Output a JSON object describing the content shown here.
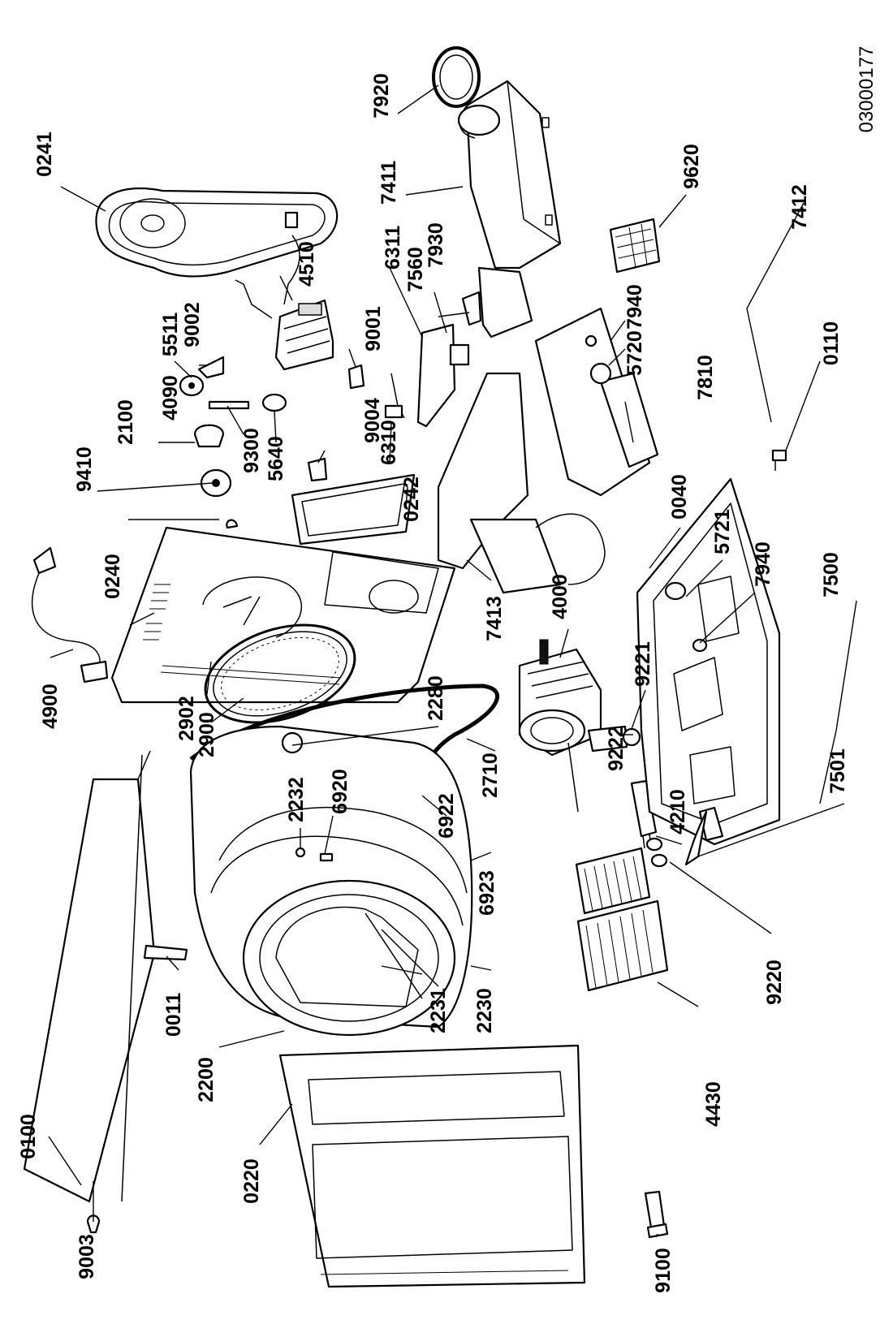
{
  "document_id": "03000177",
  "parts": [
    {
      "id": "p7920",
      "label": "7920"
    },
    {
      "id": "p7411",
      "label": "7411"
    },
    {
      "id": "p0241",
      "label": "0241"
    },
    {
      "id": "p9620",
      "label": "9620"
    },
    {
      "id": "p7412",
      "label": "7412"
    },
    {
      "id": "p6311",
      "label": "6311"
    },
    {
      "id": "p7560",
      "label": "7560"
    },
    {
      "id": "p7930",
      "label": "7930"
    },
    {
      "id": "p4510",
      "label": "4510"
    },
    {
      "id": "p9002",
      "label": "9002"
    },
    {
      "id": "p5511",
      "label": "5511"
    },
    {
      "id": "p9001",
      "label": "9001"
    },
    {
      "id": "p7940a",
      "label": "7940"
    },
    {
      "id": "p5720",
      "label": "5720"
    },
    {
      "id": "p0110",
      "label": "0110"
    },
    {
      "id": "p4090",
      "label": "4090"
    },
    {
      "id": "p2100",
      "label": "2100"
    },
    {
      "id": "p9410",
      "label": "9410"
    },
    {
      "id": "p9300",
      "label": "9300"
    },
    {
      "id": "p5640",
      "label": "5640"
    },
    {
      "id": "p9004",
      "label": "9004"
    },
    {
      "id": "p6310",
      "label": "6310"
    },
    {
      "id": "p0242",
      "label": "0242"
    },
    {
      "id": "p7810",
      "label": "7810"
    },
    {
      "id": "p0040",
      "label": "0040"
    },
    {
      "id": "p5721",
      "label": "5721"
    },
    {
      "id": "p7940b",
      "label": "7940"
    },
    {
      "id": "p7500",
      "label": "7500"
    },
    {
      "id": "p0240",
      "label": "0240"
    },
    {
      "id": "p4000",
      "label": "4000"
    },
    {
      "id": "p7413",
      "label": "7413"
    },
    {
      "id": "p9221",
      "label": "9221"
    },
    {
      "id": "p4900",
      "label": "4900"
    },
    {
      "id": "p2902",
      "label": "2902"
    },
    {
      "id": "p2900",
      "label": "2900"
    },
    {
      "id": "p2280",
      "label": "2280"
    },
    {
      "id": "p9222",
      "label": "9222"
    },
    {
      "id": "p2710",
      "label": "2710"
    },
    {
      "id": "p6922",
      "label": "6922"
    },
    {
      "id": "p6920",
      "label": "6920"
    },
    {
      "id": "p2232",
      "label": "2232"
    },
    {
      "id": "p7501",
      "label": "7501"
    },
    {
      "id": "p4210",
      "label": "4210"
    },
    {
      "id": "p6923",
      "label": "6923"
    },
    {
      "id": "p9220",
      "label": "9220"
    },
    {
      "id": "p0011",
      "label": "0011"
    },
    {
      "id": "p2231",
      "label": "2231"
    },
    {
      "id": "p2230",
      "label": "2230"
    },
    {
      "id": "p2200",
      "label": "2200"
    },
    {
      "id": "p0100",
      "label": "0100"
    },
    {
      "id": "p9003",
      "label": "9003"
    },
    {
      "id": "p4430",
      "label": "4430"
    },
    {
      "id": "p0220",
      "label": "0220"
    },
    {
      "id": "p9100",
      "label": "9100"
    }
  ]
}
